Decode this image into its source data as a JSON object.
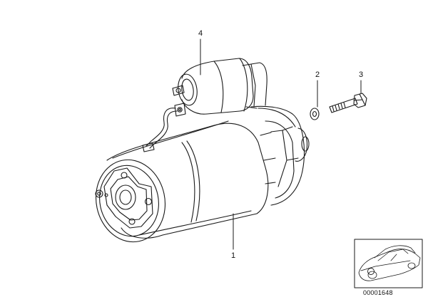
{
  "callouts": {
    "part_1": "1",
    "part_2": "2",
    "part_3": "3",
    "part_4": "4"
  },
  "thumbnail": {
    "code": "00001648"
  }
}
